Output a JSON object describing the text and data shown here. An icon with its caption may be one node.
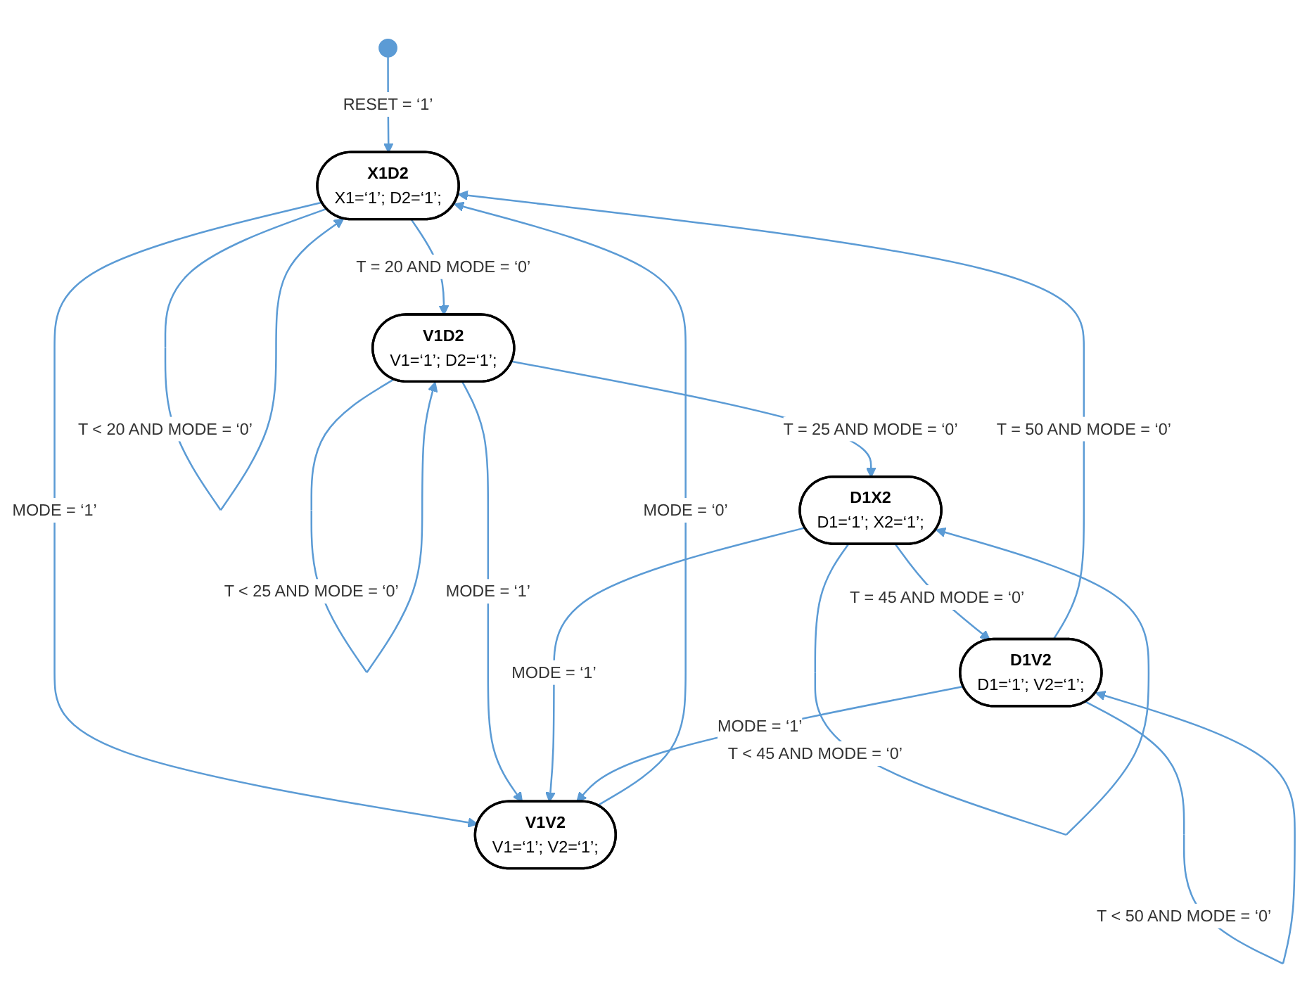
{
  "diagram": {
    "nodes": [
      {
        "text": [
          "X1D2",
          "X1=‘1’; D2=‘1’;"
        ]
      },
      {
        "text": [
          "V1D2",
          "V1=‘1’; D2=‘1’;"
        ]
      },
      {
        "text": [
          "V1V2",
          "V1=‘1’; V2=‘1’;"
        ]
      },
      {
        "text": [
          "D1V2",
          "D1=‘1’; V2=‘1’;"
        ]
      },
      {
        "text": [
          "D1X2",
          "D1=‘1’; X2=‘1’;"
        ]
      }
    ],
    "edges": [
      {
        "from": null,
        "to": 0,
        "arrow": "to",
        "label": "RESET = ‘1’"
      },
      {
        "from": 0,
        "to": 1,
        "arrow": "to",
        "label": "T = 20 AND MODE = ‘0’"
      },
      {
        "from": 0,
        "to": 0,
        "arrow": "to",
        "label": "T < 20 AND MODE = ‘0’"
      },
      {
        "from": 0,
        "to": 2,
        "arrow": "to",
        "label": "MODE = ‘1’"
      },
      {
        "from": 2,
        "to": 0,
        "arrow": "to",
        "label": "MODE = ‘0’"
      },
      {
        "from": 1,
        "to": 2,
        "arrow": "to",
        "label": "MODE = ‘1’"
      },
      {
        "from": 1,
        "to": 1,
        "arrow": "to",
        "label": "T < 25 AND MODE = ‘0’"
      },
      {
        "from": 1,
        "to": 4,
        "arrow": "to",
        "label": "T = 25 AND MODE = ‘0’"
      },
      {
        "from": 4,
        "to": 4,
        "arrow": "to",
        "label": "T < 45 AND MODE = ‘0’"
      },
      {
        "from": 4,
        "to": 2,
        "arrow": "to",
        "label": "MODE = ‘1’"
      },
      {
        "from": 4,
        "to": 3,
        "arrow": "to",
        "label": "T = 45 AND MODE = ‘0’"
      },
      {
        "from": 3,
        "to": 3,
        "arrow": "to",
        "label": "T < 50 AND MODE = ‘0’"
      },
      {
        "from": 3,
        "to": 2,
        "arrow": "to",
        "label": "MODE = ‘1’"
      },
      {
        "from": 3,
        "to": 0,
        "arrow": "to",
        "label": "T = 50 AND MODE = ‘0’"
      }
    ]
  }
}
